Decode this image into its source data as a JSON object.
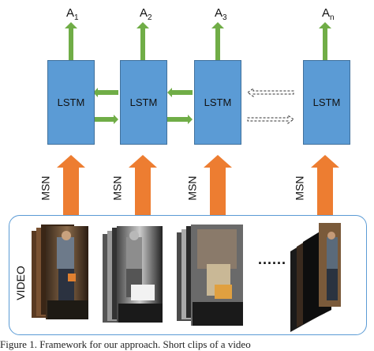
{
  "outputs": [
    {
      "letter": "A",
      "sub": "1"
    },
    {
      "letter": "A",
      "sub": "2"
    },
    {
      "letter": "A",
      "sub": "3"
    },
    {
      "letter": "A",
      "sub": "n"
    }
  ],
  "lstm_label": "LSTM",
  "msn_label": "MSN",
  "video_label": "VIDEO",
  "ellipsis": "......",
  "caption": "Figure 1. Framework for our approach. Short clips of a video",
  "colors": {
    "lstm_fill": "#5b9bd5",
    "green_arrow": "#70ad47",
    "orange_arrow": "#ed7d31",
    "panel_border": "#5b9bd5"
  }
}
